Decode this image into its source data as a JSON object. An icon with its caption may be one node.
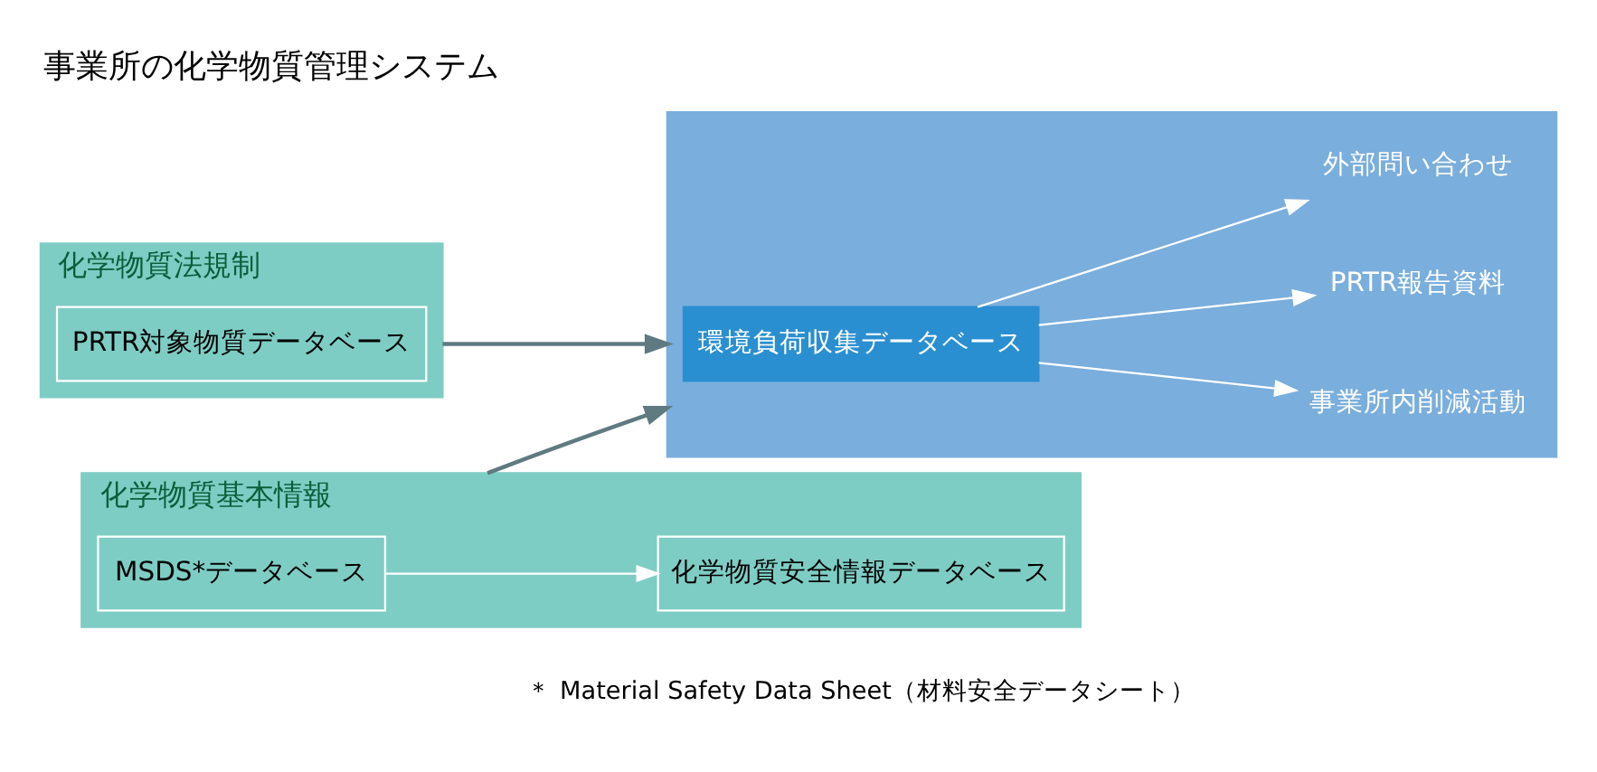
{
  "diagram": {
    "title": "事業所の化学物質管理システム",
    "nodes": [
      {
        "text": [
          "化学物質法規制"
        ]
      },
      {
        "text": [
          "PRTR対象物質データベース"
        ],
        "in": 0
      },
      {
        "text": [
          "化学物質基本情報"
        ]
      },
      {
        "text": [
          "MSDS*データベース"
        ],
        "in": 2
      },
      {
        "text": [
          "化学物質安全情報データベース"
        ],
        "in": 2
      },
      {
        "text": [],
        "shape": "box"
      },
      {
        "text": [
          "環境負荷収集データベース"
        ],
        "in": 5
      },
      {
        "text": [
          "事業所内削減活動"
        ],
        "in": 5
      },
      {
        "text": [
          "PRTR報告資料"
        ],
        "in": 5
      },
      {
        "text": [
          "外部問い合わせ"
        ],
        "in": 5
      }
    ],
    "edges": [
      {
        "from": 3,
        "to": 4,
        "arrow": "to"
      },
      {
        "from": 0,
        "to": 5,
        "arrow": "to",
        "color": "#5f7a80"
      },
      {
        "from": 2,
        "to": 5,
        "arrow": "to",
        "color": "#5f7a80"
      },
      {
        "from": 6,
        "to": 7,
        "arrow": "to"
      },
      {
        "from": 6,
        "to": 8,
        "arrow": "to"
      },
      {
        "from": 6,
        "to": 9,
        "arrow": "to"
      }
    ],
    "labels": [
      "＊ Material Safety Data Sheet（材料安全データシート）"
    ]
  }
}
